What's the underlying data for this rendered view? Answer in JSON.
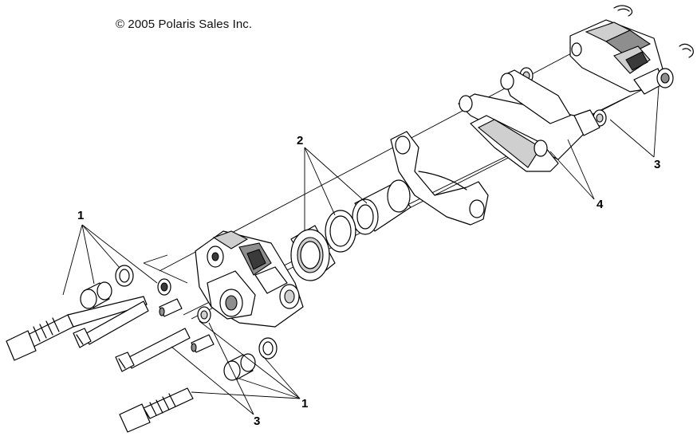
{
  "copyright": "© 2005 Polaris Sales Inc.",
  "callouts": {
    "c1_upper": "1",
    "c1_lower": "1",
    "c2": "2",
    "c3_right": "3",
    "c3_lower": "3",
    "c4": "4"
  }
}
